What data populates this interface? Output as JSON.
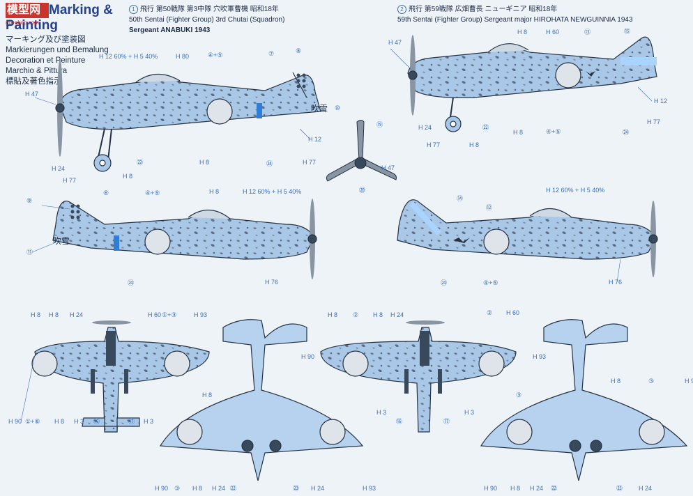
{
  "header": {
    "logo": "模型网",
    "logo_sub": "mx-shop.com",
    "title": "Marking & Painting",
    "languages": [
      "マーキング及び塗装図",
      "Markierungen und Bemalung",
      "Decoration et Peinture",
      "Marchio & Pittura",
      "標貼及著色指示"
    ]
  },
  "captions": {
    "a": {
      "num": "1",
      "jp": "飛行 第50戦隊 第3中隊 穴吹軍曹機 昭和18年",
      "en1": "50th Sentai (Fighter Group) 3rd Chutai (Squadron)",
      "en2": "Sergeant ANABUKI 1943"
    },
    "b": {
      "num": "2",
      "jp": "飛行 第59戦隊 広畑曹長 ニューギニア 昭和18年",
      "en1": "59th Sentai (Fighter Group) Sergeant major HIROHATA NEWGUINNIA 1943"
    }
  },
  "colors": {
    "camo_blue": "#a9c8e8",
    "outline": "#243244",
    "mottle": "#5d6d80",
    "hinomaru": "#dfe4ea",
    "band": "#2f7ed6",
    "callout": "#3a6fb4"
  },
  "callouts": {
    "h12_60": "H 12 60% + H 5 40%",
    "h47": "H 47",
    "h80": "H 80",
    "h8": "H 8",
    "h12": "H 12",
    "h77": "H 77",
    "h24": "H 24",
    "h60": "H 60",
    "h76": "H 76",
    "h90": "H 90",
    "h93": "H 93",
    "h3": "H 3",
    "n4p5": "④+⑤",
    "n1p3": "①+③",
    "n1p8": "①+⑧",
    "n7": "⑦",
    "n8": "⑧",
    "n10": "⑩",
    "n22": "㉒",
    "n24": "㉔",
    "n6": "⑥",
    "n9": "⑨",
    "n11": "⑪",
    "n13": "⑬",
    "n15": "⑮",
    "n19": "⑲",
    "n20": "⑳",
    "n14": "⑭",
    "n12": "⑫",
    "n2": "②",
    "n3": "③",
    "n16": "⑯",
    "n17": "⑰",
    "n23": "㉓"
  },
  "fuselage_marking": "吹雪"
}
